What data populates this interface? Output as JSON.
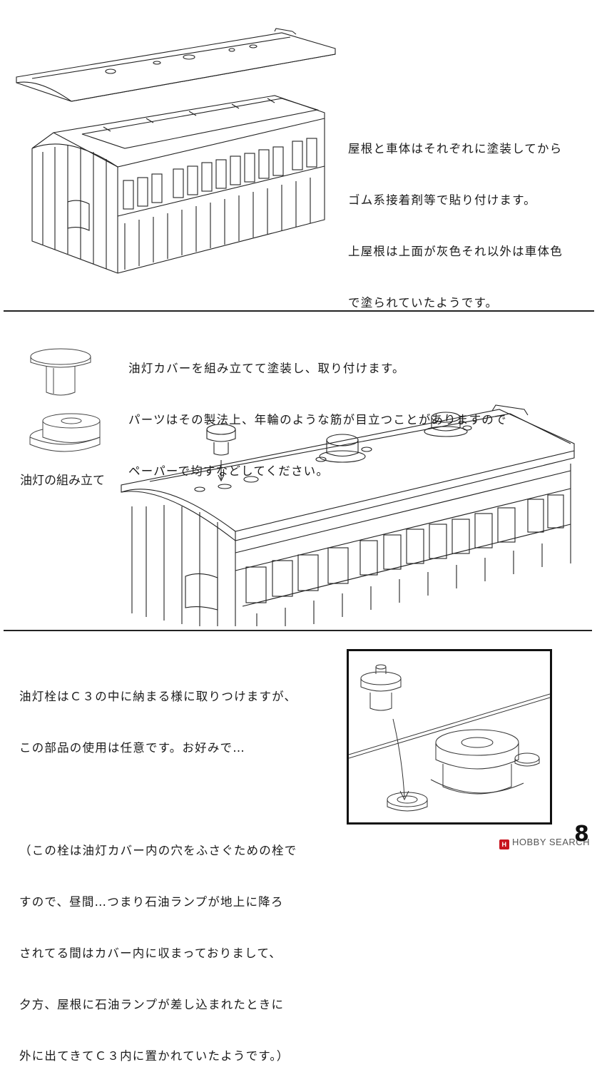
{
  "section1": {
    "lines": [
      "屋根と車体はそれぞれに塗装してから",
      "ゴム系接着剤等で貼り付けます。",
      "上屋根は上面が灰色それ以外は車体色",
      "で塗られていたようです。"
    ]
  },
  "section2": {
    "lines": [
      "油灯カバーを組み立てて塗装し、取り付けます。",
      "パーツはその製法上、年輪のような筋が目立つことがありますので",
      "ペーパーで均すなどしてください。"
    ],
    "caption": "油灯の組み立て"
  },
  "section3": {
    "lines": [
      "油灯栓はＣ３の中に納まる様に取りつけますが、",
      "この部品の使用は任意です。お好みで…",
      "",
      "（この栓は油灯カバー内の穴をふさぐための栓で",
      "すので、昼間…つまり石油ランプが地上に降ろ",
      "されてる間はカバー内に収まっておりまして、",
      "夕方、屋根に石油ランプが差し込まれたときに",
      "外に出てきてＣ３内に置かれていたようです。）"
    ]
  },
  "footer": {
    "page_number": "8",
    "watermark_logo": "H",
    "watermark_text": "HOBBY SEARCH"
  }
}
